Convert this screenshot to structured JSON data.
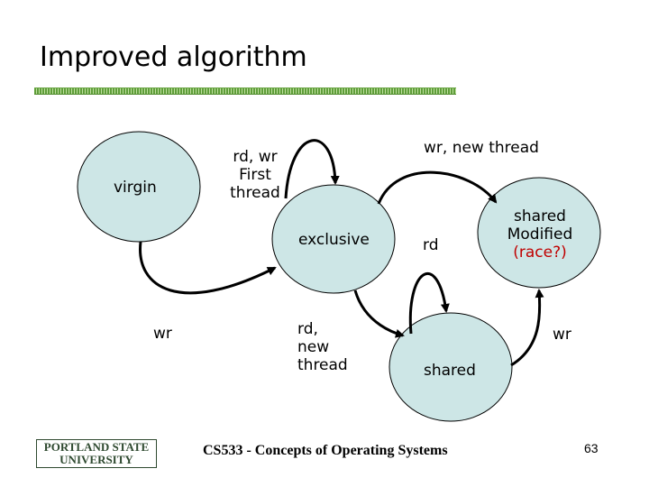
{
  "title": "Improved algorithm",
  "states": {
    "virgin": "virgin",
    "exclusive": "exclusive",
    "shared_modified_line1": "shared",
    "shared_modified_line2": "Modified",
    "shared_modified_line3": "(race?)",
    "shared": "shared"
  },
  "transitions": {
    "rd_wr_first_thread_line1": "rd, wr",
    "rd_wr_first_thread_line2": "First",
    "rd_wr_first_thread_line3": "thread",
    "wr_new_thread": "wr, new thread",
    "rd": "rd",
    "wr_left": "wr",
    "rd_new_thread_line1": "rd,",
    "rd_new_thread_line2": "new",
    "rd_new_thread_line3": "thread",
    "wr_right": "wr"
  },
  "footer": {
    "logo_line1": "PORTLAND STATE",
    "logo_line2": "UNIVERSITY",
    "course": "CS533 - Concepts of Operating Systems",
    "page": "63"
  },
  "colors": {
    "state_fill": "#cde6e6",
    "underline": "#5f9e3a",
    "race": "#c00000"
  }
}
